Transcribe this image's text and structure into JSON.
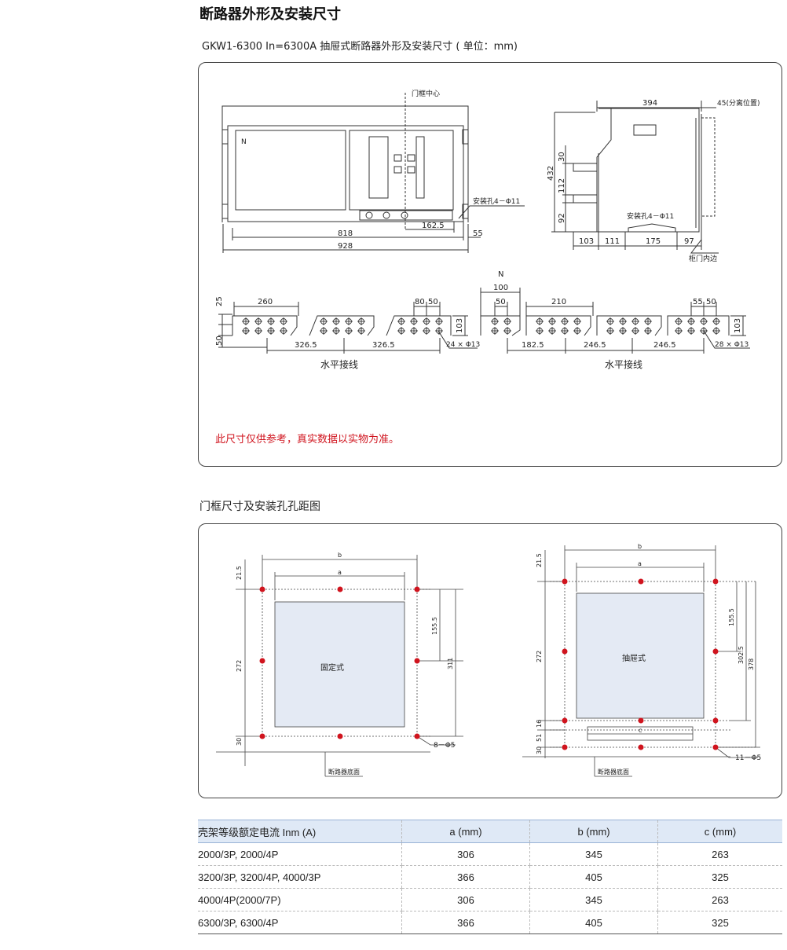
{
  "page": {
    "title": "断路器外形及安装尺寸",
    "subtitle": "GKW1-6300   In=6300A  抽屉式断路器外形及安装尺寸 ( 单位：mm)",
    "note": "此尺寸仅供参考，真实数据以实物为准。",
    "section2_title": "门框尺寸及安装孔孔距图"
  },
  "front_view": {
    "door_center": "门框中心",
    "n_label": "N",
    "mount_hole": "安装孔4－Φ11",
    "dim_1625": "162.5",
    "dim_818": "818",
    "dim_55": "55",
    "dim_928": "928"
  },
  "side_view": {
    "dim_394": "394",
    "dim_45": "45(分离位置)",
    "dim_432": "432",
    "dim_30": "30",
    "dim_112": "112",
    "dim_92": "92",
    "mount_hole": "安装孔4－Φ11",
    "dim_103": "103",
    "dim_111": "111",
    "dim_175": "175",
    "dim_97": "97",
    "cabinet_edge": "柜门内边"
  },
  "busbar_left": {
    "dim_25": "25",
    "dim_50": "50",
    "dim_260": "260",
    "dim_80": "80",
    "dim_50b": "50",
    "dim_103": "103",
    "dim_3265a": "326.5",
    "dim_3265b": "326.5",
    "holes": "24 × Φ13",
    "caption": "水平接线"
  },
  "busbar_right": {
    "n_label": "N",
    "dim_100": "100",
    "dim_50": "50",
    "dim_210": "210",
    "dim_55": "55",
    "dim_50b": "50",
    "dim_103": "103",
    "dim_1825": "182.5",
    "dim_2465a": "246.5",
    "dim_2465b": "246.5",
    "holes": "28 × Φ13",
    "caption": "水平接线"
  },
  "door_fixed": {
    "b": "b",
    "a": "a",
    "dim_215": "21.5",
    "dim_272": "272",
    "dim_30": "30",
    "dim_1555": "155.5",
    "dim_311": "311",
    "label": "固定式",
    "holes": "8－Φ5",
    "bottom": "断路器底面"
  },
  "door_draw": {
    "b": "b",
    "a": "a",
    "c": "c",
    "dim_215": "21.5",
    "dim_272": "272",
    "dim_16": "16",
    "dim_51": "51",
    "dim_30": "30",
    "dim_1555": "155.5",
    "dim_3025": "302.5",
    "dim_378": "378",
    "label": "抽屉式",
    "holes": "11－Φ5",
    "bottom": "断路器底面"
  },
  "table": {
    "headers": [
      "壳架等级额定电流 Inm (A)",
      "a (mm)",
      "b (mm)",
      "c (mm)"
    ],
    "rows": [
      [
        "2000/3P, 2000/4P",
        "306",
        "345",
        "263"
      ],
      [
        "3200/3P, 3200/4P, 4000/3P",
        "366",
        "405",
        "325"
      ],
      [
        "4000/4P(2000/7P)",
        "306",
        "345",
        "263"
      ],
      [
        "6300/3P, 6300/4P",
        "366",
        "405",
        "325"
      ]
    ]
  },
  "colors": {
    "hole_red": "#d0141e",
    "window_fill": "#e4eaf4",
    "header_fill": "#dfe9f6"
  }
}
